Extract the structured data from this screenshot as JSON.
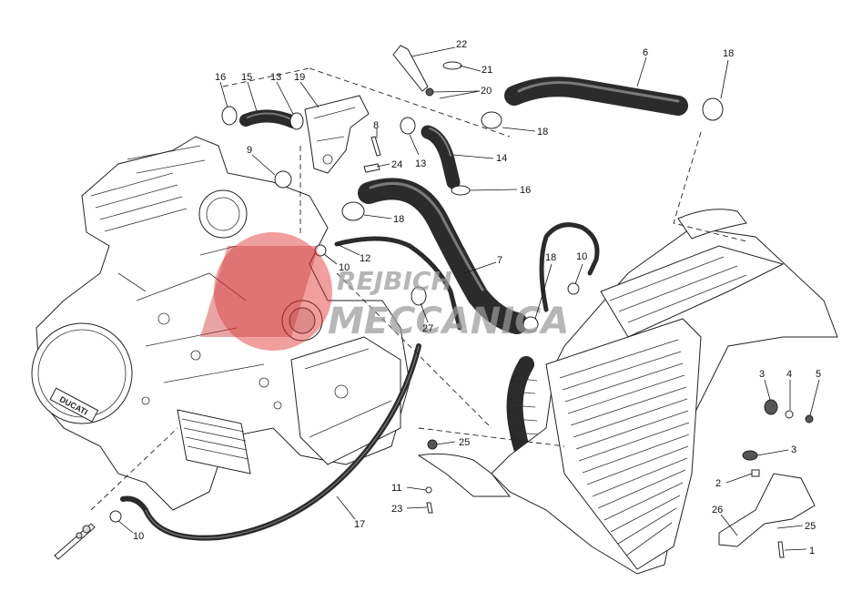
{
  "watermark": {
    "line1": "REJBICH",
    "line2": "MECCANICA",
    "accent_color": "#e03030",
    "text_color": "#9a9a9a"
  },
  "engine_logo": "DUCATI",
  "callouts": [
    {
      "id": "c1",
      "label": "22"
    },
    {
      "id": "c2",
      "label": "21"
    },
    {
      "id": "c3",
      "label": "20"
    },
    {
      "id": "c4",
      "label": "6"
    },
    {
      "id": "c5",
      "label": "18"
    },
    {
      "id": "c6",
      "label": "16"
    },
    {
      "id": "c7",
      "label": "15"
    },
    {
      "id": "c8",
      "label": "13"
    },
    {
      "id": "c9",
      "label": "19"
    },
    {
      "id": "c10",
      "label": "18"
    },
    {
      "id": "c11",
      "label": "8"
    },
    {
      "id": "c12",
      "label": "9"
    },
    {
      "id": "c13",
      "label": "24"
    },
    {
      "id": "c14",
      "label": "13"
    },
    {
      "id": "c15",
      "label": "14"
    },
    {
      "id": "c16",
      "label": "16"
    },
    {
      "id": "c17",
      "label": "18"
    },
    {
      "id": "c18",
      "label": "12"
    },
    {
      "id": "c19",
      "label": "10"
    },
    {
      "id": "c20",
      "label": "7"
    },
    {
      "id": "c21",
      "label": "18"
    },
    {
      "id": "c22",
      "label": "10"
    },
    {
      "id": "c23",
      "label": "27"
    },
    {
      "id": "c24",
      "label": "3"
    },
    {
      "id": "c25",
      "label": "4"
    },
    {
      "id": "c26",
      "label": "5"
    },
    {
      "id": "c27",
      "label": "3"
    },
    {
      "id": "c28",
      "label": "2"
    },
    {
      "id": "c29",
      "label": "25"
    },
    {
      "id": "c30",
      "label": "26"
    },
    {
      "id": "c31",
      "label": "25"
    },
    {
      "id": "c32",
      "label": "1"
    },
    {
      "id": "c33",
      "label": "11"
    },
    {
      "id": "c34",
      "label": "23"
    },
    {
      "id": "c35",
      "label": "17"
    },
    {
      "id": "c36",
      "label": "10"
    }
  ]
}
